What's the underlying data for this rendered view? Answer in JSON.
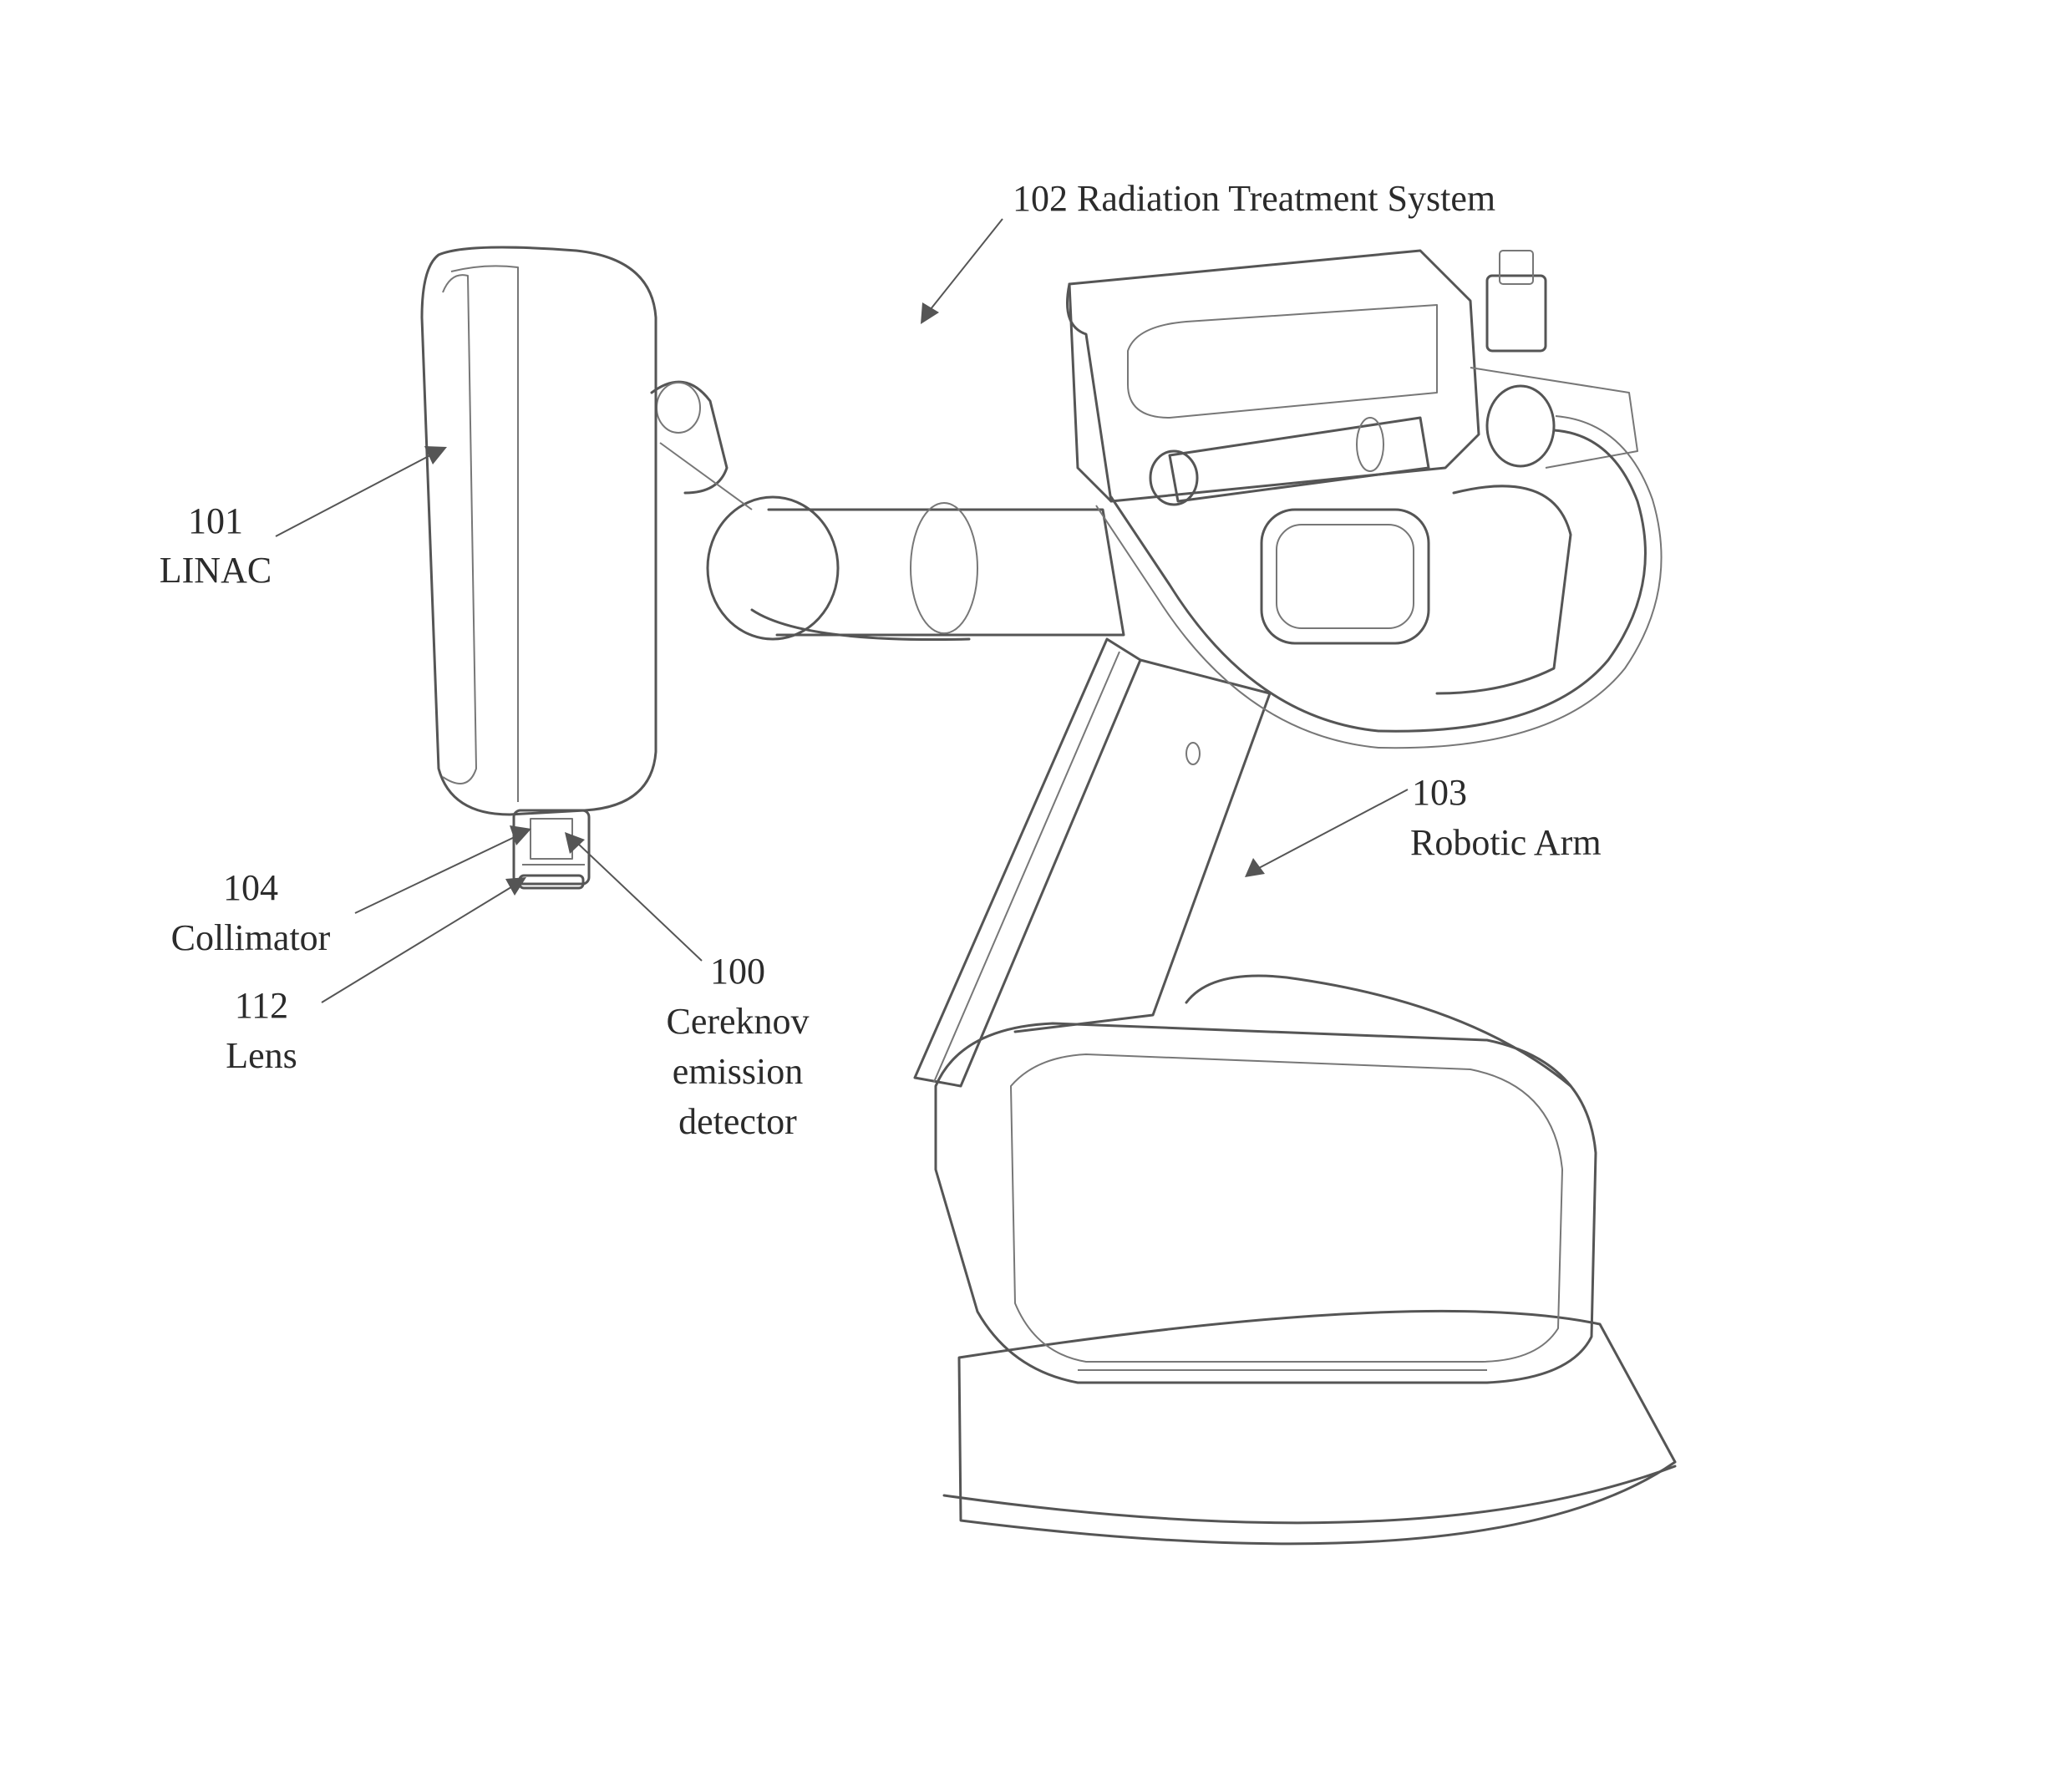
{
  "labels": {
    "system": "102 Radiation Treatment System",
    "linac_num": "101",
    "linac_name": "LINAC",
    "arm_num": "103",
    "arm_name": "Robotic Arm",
    "collimator_num": "104",
    "collimator_name": "Collimator",
    "lens_num": "112",
    "lens_name": "Lens",
    "detector_num": "100",
    "detector_line1": "Cereknov",
    "detector_line2": "emission",
    "detector_line3": "detector"
  },
  "colors": {
    "line": "#555555",
    "text": "#2b2b2b",
    "background": "#ffffff"
  }
}
